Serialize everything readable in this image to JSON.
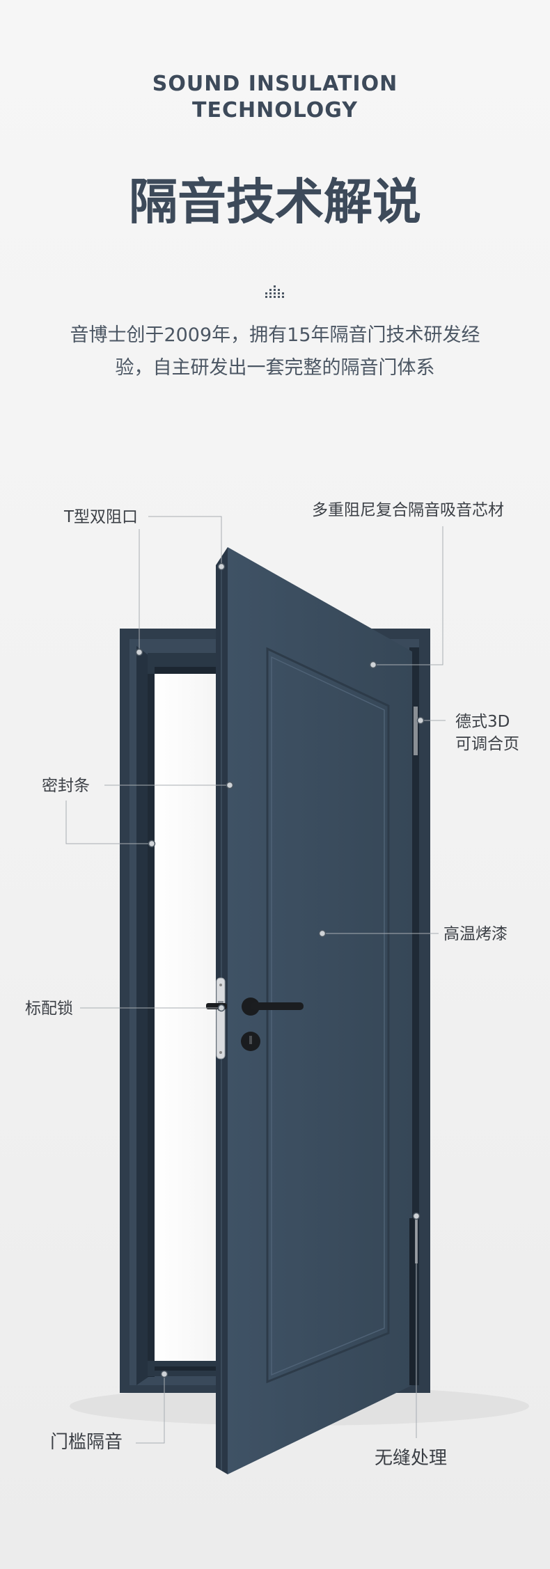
{
  "header": {
    "title_en_line1": "SOUND INSULATION",
    "title_en_line2": "TECHNOLOGY",
    "title_cn": "隔音技术解说"
  },
  "intro": {
    "line1": "音博士创于2009年，拥有15年隔音门技术研发经",
    "line2": "验，自主研发出一套完整的隔音门体系"
  },
  "features": {
    "t_seal": "T型双阻口",
    "core": "多重阻尼复合隔音吸音芯材",
    "hinge_line1": "德式3D",
    "hinge_line2": "可调合页",
    "gasket": "密封条",
    "paint": "高温烤漆",
    "lock": "标配锁",
    "threshold": "门槛隔音",
    "seamless": "无缝处理"
  },
  "colors": {
    "door": "#3b4c5e",
    "door_edge": "#2c3a49",
    "background": "#f3f3f3",
    "title": "#3d4a5a"
  }
}
